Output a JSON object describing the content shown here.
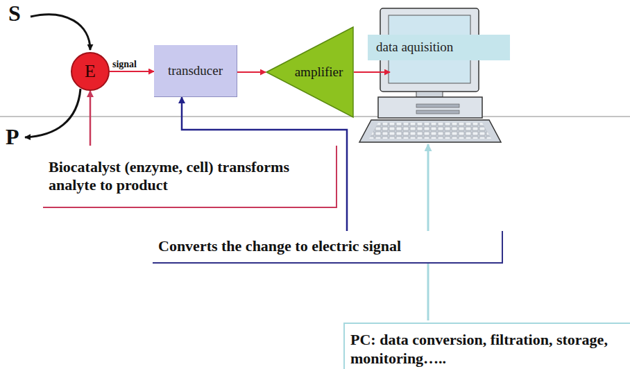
{
  "diagram": {
    "nodes": [
      {
        "text": [
          "E"
        ]
      },
      {
        "text": [
          "transducer"
        ]
      },
      {
        "text": [
          "amplifier"
        ]
      },
      {
        "text": [
          "data aquisition"
        ]
      },
      {
        "text": [
          "Biocatalyst (enzyme, cell) transforms analyte to product"
        ]
      },
      {
        "text": [
          "Converts the change to electric signal"
        ]
      },
      {
        "text": [
          "PC: data conversion, filtration, storage, monitoring….."
        ]
      }
    ],
    "edges": [
      {
        "from": 0,
        "to": 1,
        "label": "signal",
        "arrow": "to"
      },
      {
        "from": 1,
        "to": 2,
        "arrow": "to"
      },
      {
        "from": 4,
        "to": 0,
        "arrow": "to"
      },
      {
        "from": 5,
        "to": 1,
        "arrow": "to"
      }
    ],
    "labels": [
      "S",
      "P"
    ]
  }
}
